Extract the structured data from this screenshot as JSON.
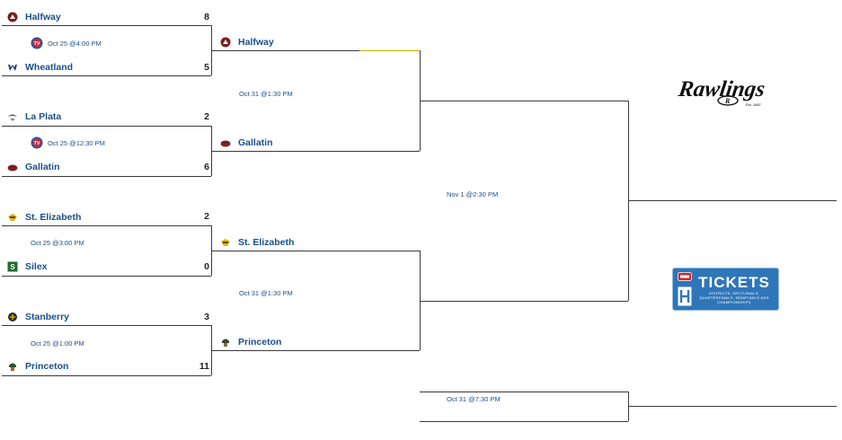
{
  "sponsor": {
    "logo_text": "Rawlings",
    "logo_subtext": "Est. 1887"
  },
  "tickets": {
    "title": "TICKETS",
    "subtitle": "DISTRICTS, SECTIONALS, QUARTERFINALS, SEMIFINALS AND CHAMPIONSHIPS"
  },
  "round1": [
    {
      "top": {
        "team": "Halfway",
        "score": "8",
        "logo": "halfway-logo-icon"
      },
      "bottom": {
        "team": "Wheatland",
        "score": "5",
        "logo": "wheatland-logo-icon"
      },
      "date": "Oct 25 @4:00 PM",
      "tv": true
    },
    {
      "top": {
        "team": "La Plata",
        "score": "2",
        "logo": "la-plata-logo-icon"
      },
      "bottom": {
        "team": "Gallatin",
        "score": "6",
        "logo": "gallatin-logo-icon"
      },
      "date": "Oct 25 @12:30 PM",
      "tv": true
    },
    {
      "top": {
        "team": "St. Elizabeth",
        "score": "2",
        "logo": "st-elizabeth-logo-icon"
      },
      "bottom": {
        "team": "Silex",
        "score": "0",
        "logo": "silex-logo-icon"
      },
      "date": "Oct 25 @3:00 PM",
      "tv": false
    },
    {
      "top": {
        "team": "Stanberry",
        "score": "3",
        "logo": "stanberry-logo-icon"
      },
      "bottom": {
        "team": "Princeton",
        "score": "11",
        "logo": "princeton-logo-icon"
      },
      "date": "Oct 25 @1:00 PM",
      "tv": false
    }
  ],
  "round2": [
    {
      "top": {
        "team": "Halfway"
      },
      "bottom": {
        "team": "Gallatin"
      },
      "date": "Oct 31 @1:30 PM"
    },
    {
      "top": {
        "team": "St. Elizabeth"
      },
      "bottom": {
        "team": "Princeton"
      },
      "date": "Oct 31 @1:30 PM"
    }
  ],
  "round3": {
    "date": "Nov 1 @2:30 PM"
  },
  "consolation": {
    "date": "Oct 31 @7:30 PM"
  },
  "colors": {
    "team_text": "#1a4f8a",
    "accent_gold": "#d0a900",
    "tickets_blue": "#2f76b9"
  }
}
